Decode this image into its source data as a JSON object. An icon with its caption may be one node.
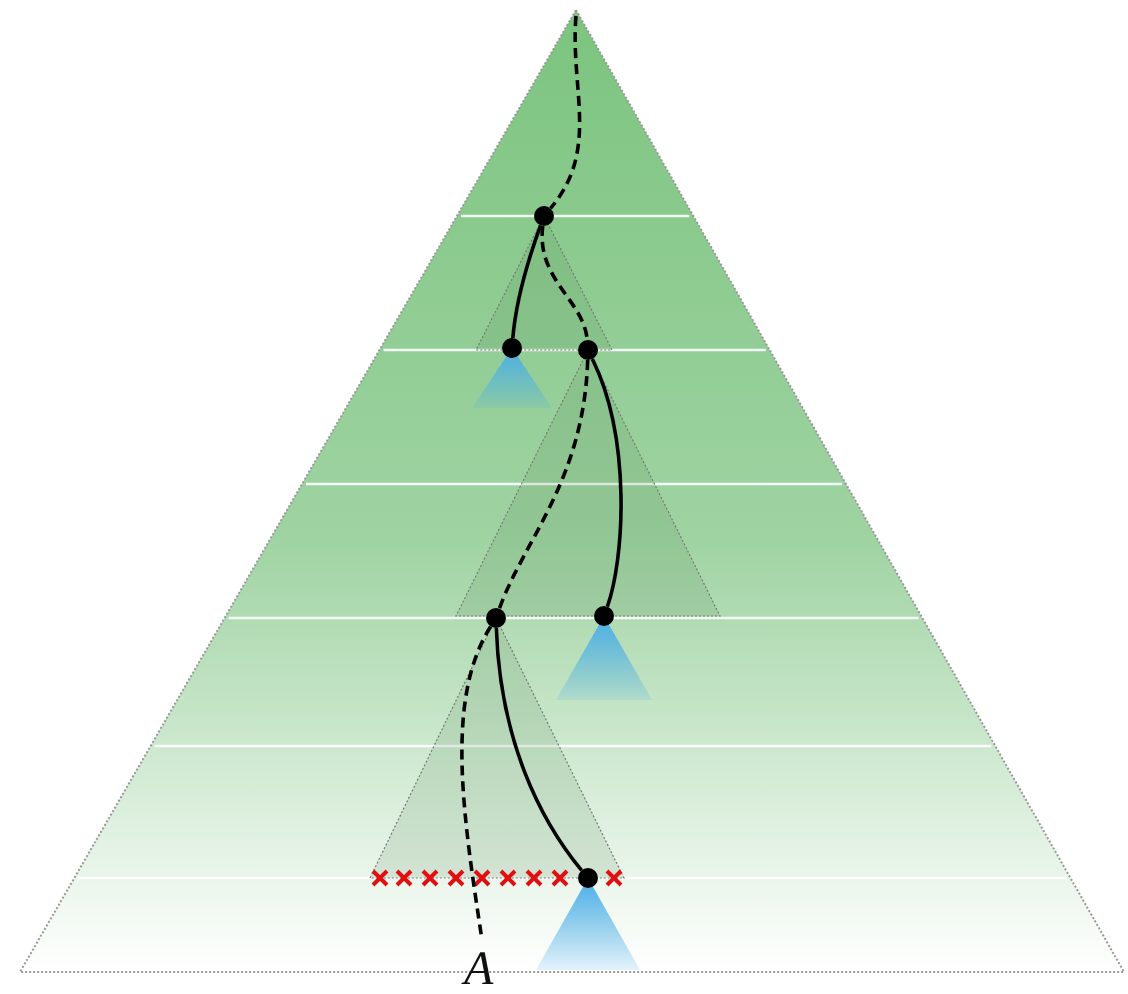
{
  "diagram": {
    "nodes": [
      {
        "text": [],
        "shape": "circle"
      },
      {
        "text": [],
        "shape": "circle"
      },
      {
        "text": [],
        "shape": "circle"
      },
      {
        "text": [],
        "shape": "circle"
      },
      {
        "text": [],
        "shape": "circle"
      },
      {
        "text": [],
        "shape": "circle"
      },
      {
        "text": [
          "A"
        ]
      }
    ],
    "edges": [
      {
        "from": null,
        "to": 0,
        "arrow": "none",
        "style": "dashed"
      },
      {
        "from": 0,
        "to": 1,
        "arrow": "none"
      },
      {
        "from": 0,
        "to": 2,
        "arrow": "none",
        "style": "dashed"
      },
      {
        "from": 2,
        "to": 4,
        "arrow": "none"
      },
      {
        "from": 2,
        "to": 3,
        "arrow": "none",
        "style": "dashed"
      },
      {
        "from": 3,
        "to": 5,
        "arrow": "none"
      },
      {
        "from": 3,
        "to": 6,
        "arrow": "none",
        "style": "dashed"
      }
    ]
  }
}
